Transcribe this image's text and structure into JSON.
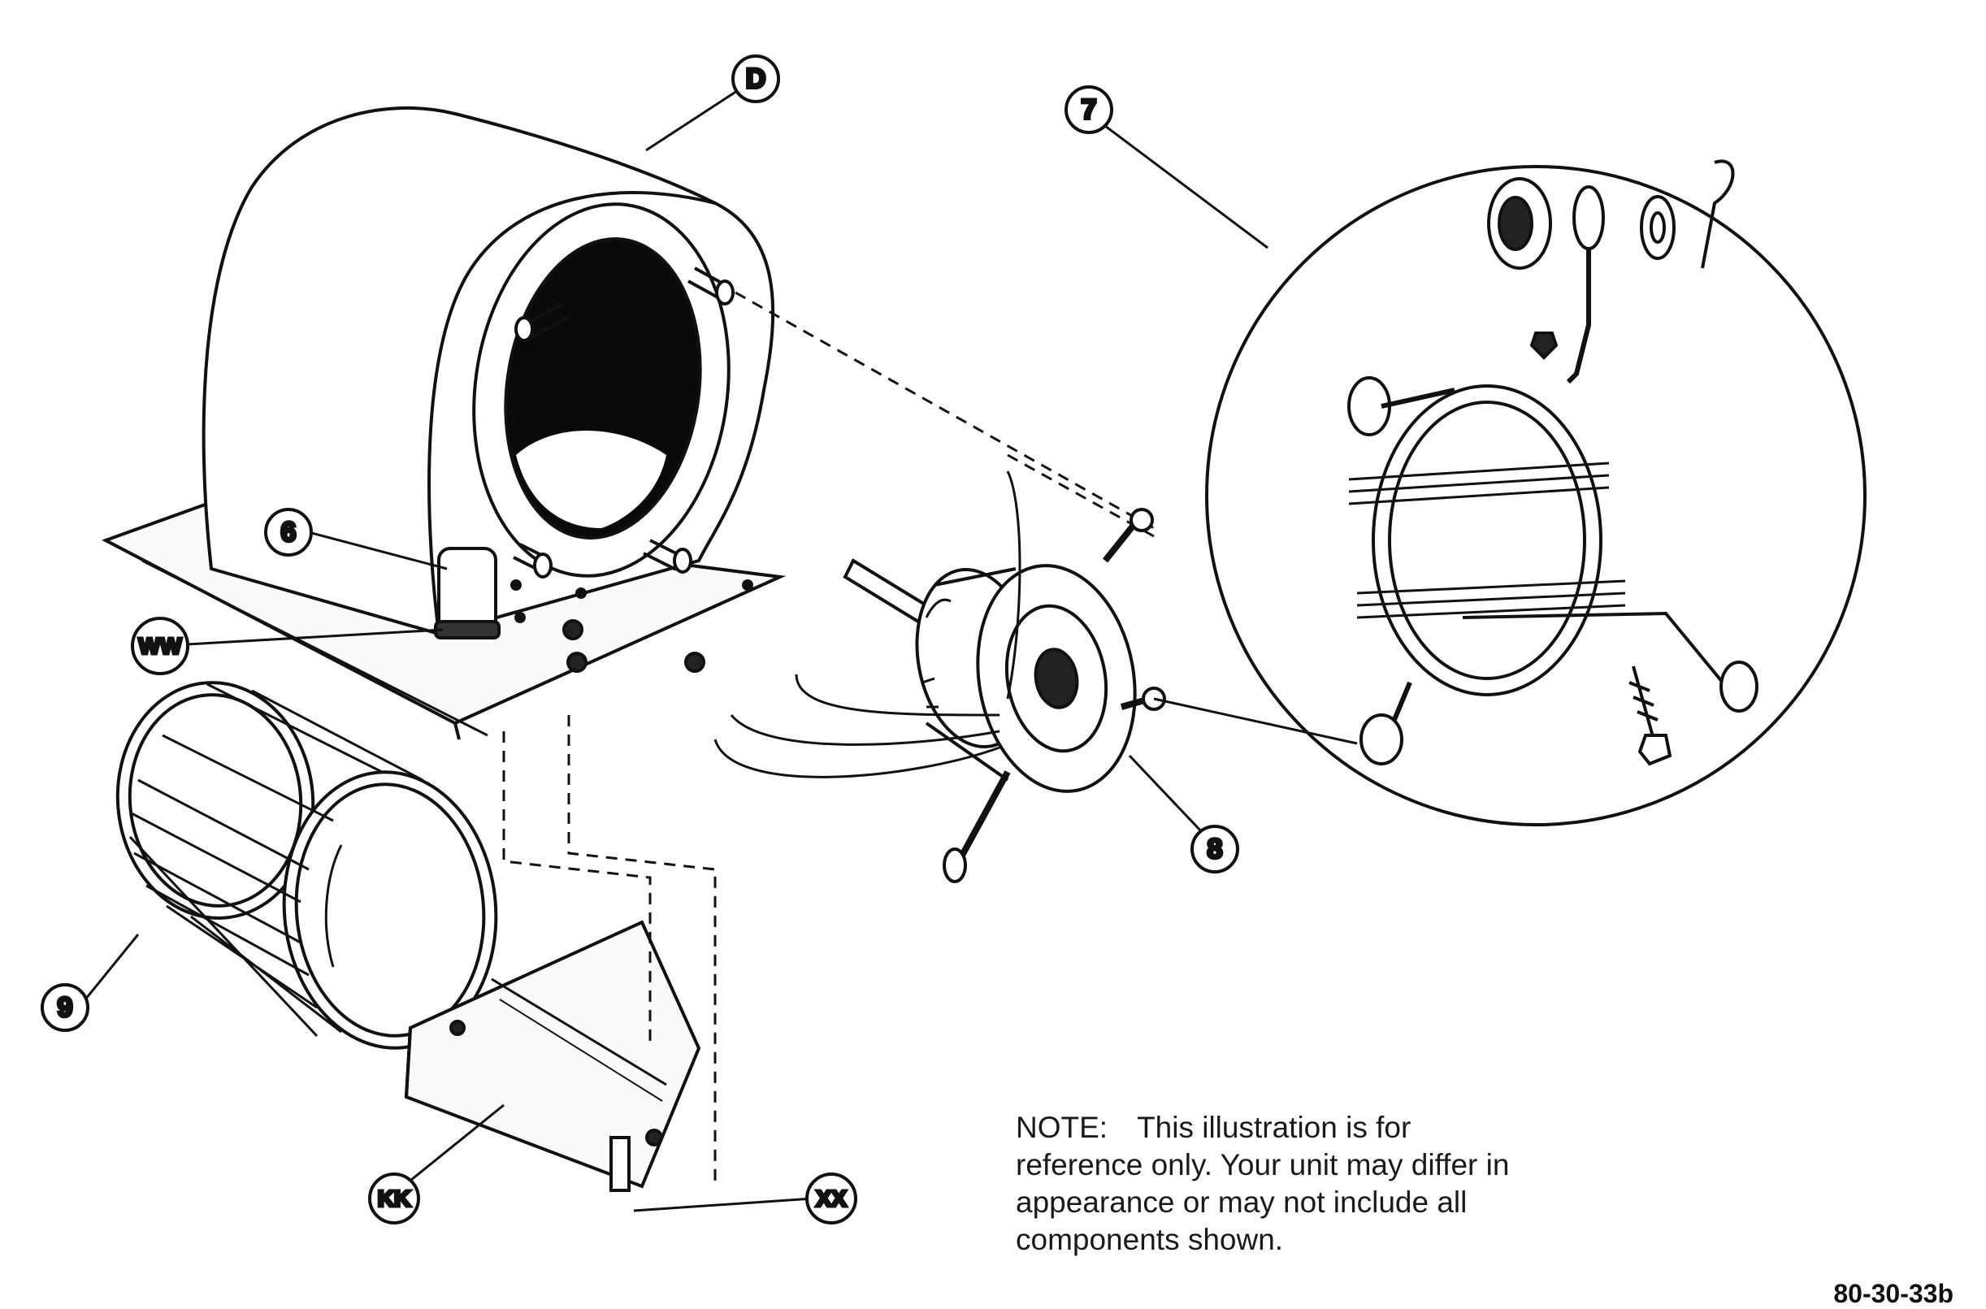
{
  "callouts": {
    "housing": "D",
    "mount_kit": "7",
    "capacitor": "6",
    "motor": "8",
    "wheel": "9",
    "ww": "WW",
    "kk": "KK",
    "xx": "XX"
  },
  "note": {
    "label": "NOTE:",
    "text": "This illustration is for reference only.   Your unit may differ in appearance or may not include all components shown."
  },
  "figure_number": "80-30-33b"
}
